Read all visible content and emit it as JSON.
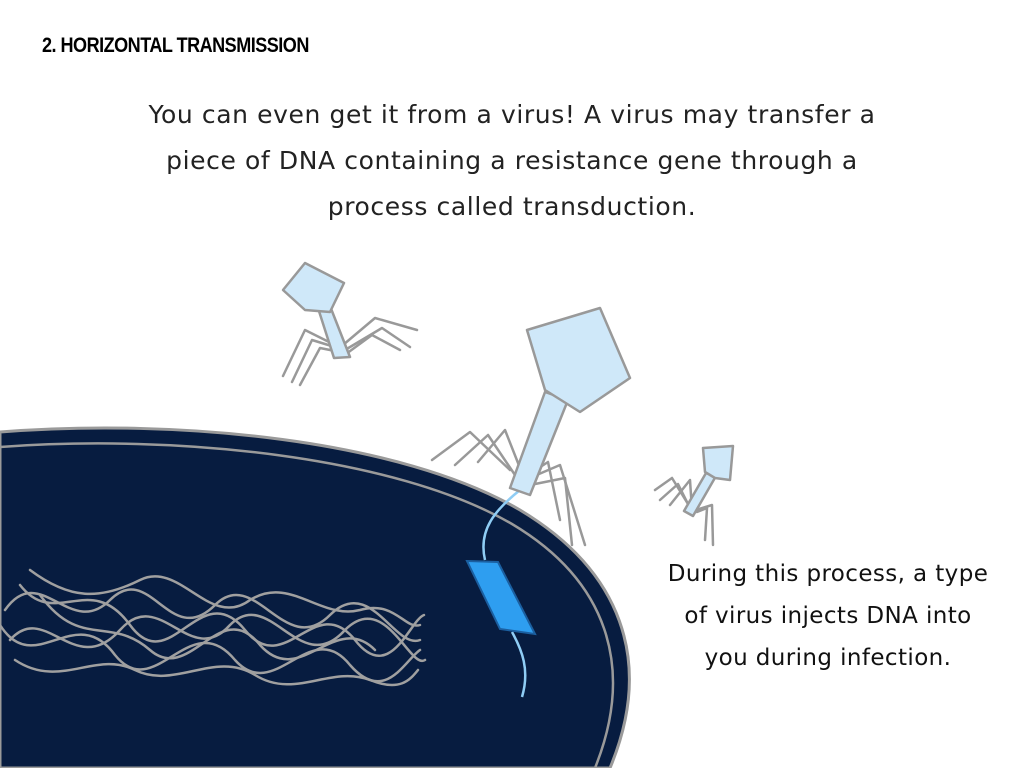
{
  "slide": {
    "title": "2. HORIZONTAL TRANSMISSION",
    "intro": "You can even get it from a virus! A virus may transfer a piece of DNA containing a resistance gene through a process called transduction.",
    "process_note": "During this process, a type of virus injects DNA into you during infection."
  },
  "colors": {
    "cell_fill": "#071c40",
    "cell_outline": "#9a9a9a",
    "virus_head": "#cfe8f9",
    "virus_outline": "#999999",
    "dna_strand": "#8fcdf5",
    "gene_segment": "#2e9ef0",
    "chromosome": "#a0a0a0"
  },
  "illustration": {
    "subjects": [
      "bacterium-cell",
      "bacteriophage",
      "bacteriophage",
      "bacteriophage",
      "resistance-gene-segment",
      "chromosomal-dna"
    ]
  }
}
